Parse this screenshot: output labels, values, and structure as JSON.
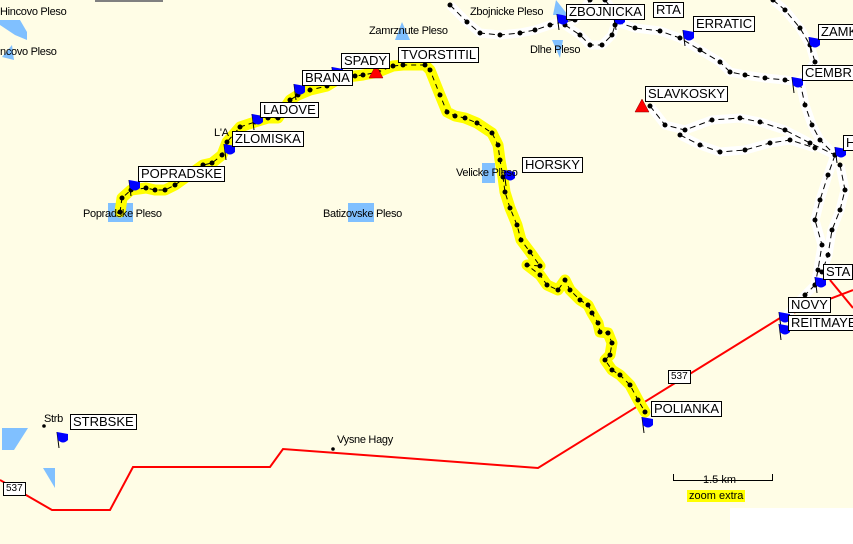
{
  "colors": {
    "background": "#FFFDE6",
    "track": "#FFFF00",
    "road": "#FF0000",
    "water": "#80C0FF",
    "flag": "#0000FF",
    "summit": "#FF0000"
  },
  "waypoints": [
    "POPRADSKE",
    "ZLOMISKA",
    "LADOVE",
    "BRANA",
    "SPADY",
    "TVORSTITIL",
    "HORSKY",
    "ZBOJNICKA",
    "RTA",
    "ERRATIC",
    "ZAMK",
    "CEMBRI",
    "SLAVKOSKY",
    "H",
    "STA",
    "NOVY",
    "REITMAYE",
    "POLIANKA",
    "STRBSKE"
  ],
  "places": [
    "Hincovo Pleso",
    "ncovo Pleso",
    "Zamrznute Pleso",
    "Zbojnicke Pleso",
    "Dlhe Pleso",
    "Velicke Pleso",
    "Popradske Pleso",
    "Batizovske Pleso",
    "L'A",
    "Strb",
    "Vysne Hagy"
  ],
  "road_labels": [
    "537",
    "537"
  ],
  "scale": {
    "distance": "1.5 km",
    "zoom_label": "zoom extra"
  }
}
